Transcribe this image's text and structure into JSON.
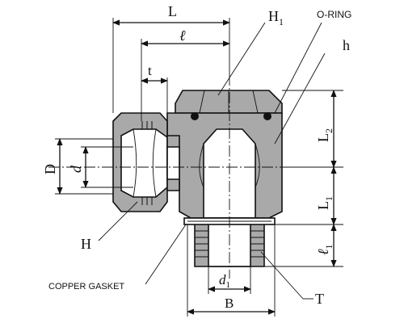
{
  "labels": {
    "L": "L",
    "ell": "ℓ",
    "t": "t",
    "H1": "H",
    "H1_sub": "1",
    "o_ring": "O-RING",
    "h": "h",
    "L2": "L",
    "L2_sub": "2",
    "L1": "L",
    "L1_sub": "1",
    "ell1": "ℓ",
    "ell1_sub": "1",
    "D": "D",
    "d": "d",
    "H": "H",
    "copper_gasket": "COPPER GASKET",
    "d1": "d",
    "d1_sub": "1",
    "B": "B",
    "T": "T"
  },
  "colors": {
    "body_fill": "#a9a9a9",
    "line": "#111111",
    "background": "#ffffff"
  }
}
